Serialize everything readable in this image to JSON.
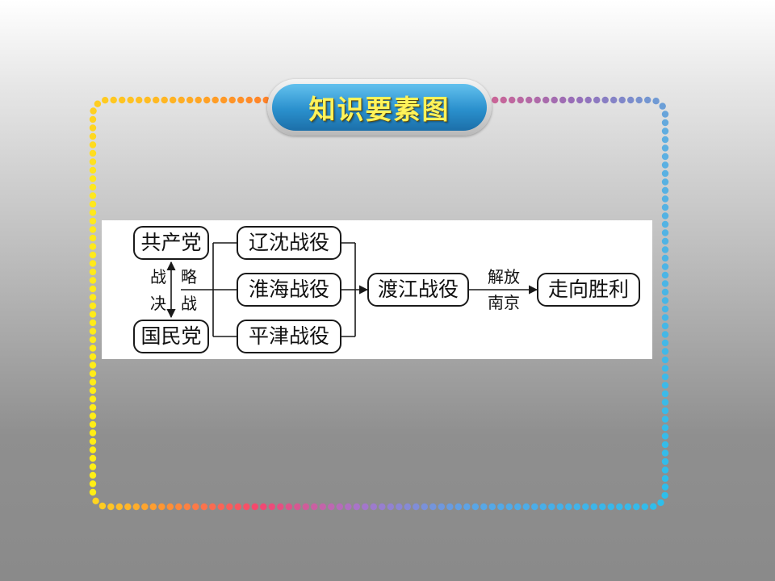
{
  "title": "知识要素图",
  "diagram": {
    "nodes": {
      "communist": "共产党",
      "kmt": "国民党",
      "liaoshen": "辽沈战役",
      "huaihai": "淮海战役",
      "pingjin": "平津战役",
      "dujiang": "渡江战役",
      "victory": "走向胜利"
    },
    "vertical_labels": {
      "left": [
        "战",
        "决"
      ],
      "right": [
        "略",
        "战"
      ]
    },
    "edge_label": {
      "top": "解放",
      "bottom": "南京"
    }
  }
}
